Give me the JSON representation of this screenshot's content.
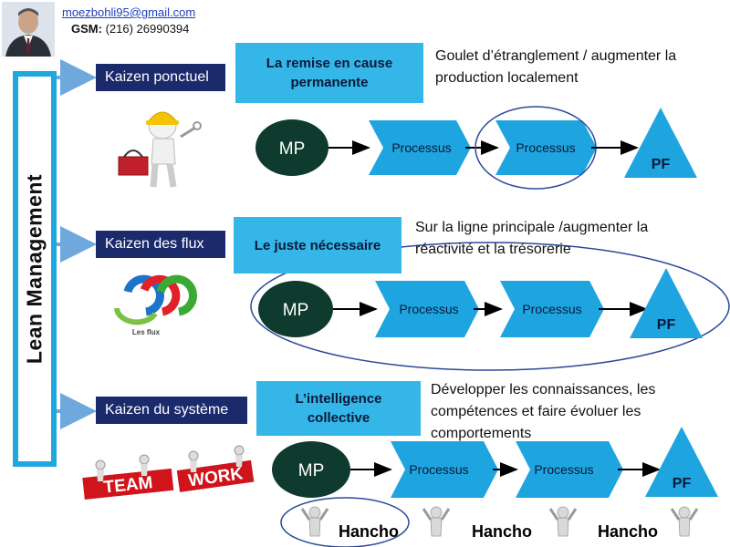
{
  "header": {
    "email": "moezbohli95@gmail.com",
    "gsm_label": "GSM:",
    "gsm_number": "(216) 26990394"
  },
  "sidebar": {
    "title": "Lean Management"
  },
  "rows": [
    {
      "kaizen": "Kaizen ponctuel",
      "concept": "La remise en cause permanente",
      "description": "Goulet d’étranglement / augmenter la production localement",
      "start": "MP",
      "processes": [
        "Processus",
        "Processus"
      ],
      "end": "PF"
    },
    {
      "kaizen": "Kaizen des flux",
      "concept": "Le juste nécessaire",
      "description": "Sur la ligne principale /augmenter la réactivité et la trésorerie",
      "start": "MP",
      "processes": [
        "Processus",
        "Processus"
      ],
      "end": "PF",
      "icon_caption": "Les flux"
    },
    {
      "kaizen": "Kaizen du système",
      "concept": "L’intelligence collective",
      "description": "Développer les connaissances, les compétences et faire évoluer les comportements",
      "start": "MP",
      "processes": [
        "Processus",
        "Processus"
      ],
      "end": "PF",
      "hancho": [
        "Hancho",
        "Hancho",
        "Hancho"
      ],
      "teamwork": [
        "TEAM",
        "WORK"
      ]
    }
  ],
  "colors": {
    "kaizen_box": "#1b2a6b",
    "concept_box": "#35b6e8",
    "sidebar_border": "#1fa7e0",
    "mp_circle": "#0f3b2e",
    "process": "#1ea5e0",
    "pf_triangle": "#1ea5e0",
    "ellipse": "#2a4a9a"
  }
}
